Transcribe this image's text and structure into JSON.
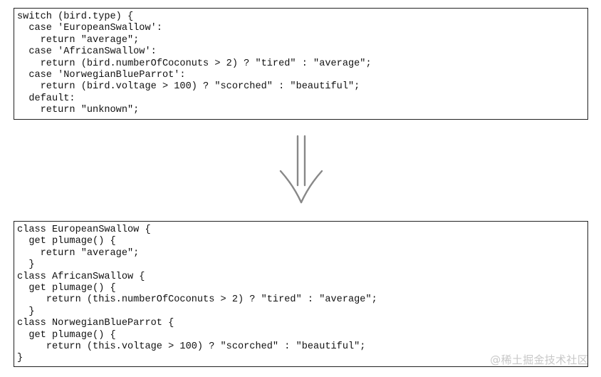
{
  "before_code": {
    "lines": [
      "switch (bird.type) {",
      "  case 'EuropeanSwallow':",
      "    return \"average\";",
      "  case 'AfricanSwallow':",
      "    return (bird.numberOfCoconuts > 2) ? \"tired\" : \"average\";",
      "  case 'NorwegianBlueParrot':",
      "    return (bird.voltage > 100) ? \"scorched\" : \"beautiful\";",
      "  default:",
      "    return \"unknown\";"
    ]
  },
  "after_code": {
    "lines": [
      "class EuropeanSwallow {",
      "  get plumage() {",
      "    return \"average\";",
      "  }",
      "class AfricanSwallow {",
      "  get plumage() {",
      "     return (this.numberOfCoconuts > 2) ? \"tired\" : \"average\";",
      "  }",
      "class NorwegianBlueParrot {",
      "  get plumage() {",
      "     return (this.voltage > 100) ? \"scorched\" : \"beautiful\";",
      "}"
    ]
  },
  "arrow": {
    "icon": "double-down-arrow-icon",
    "color": "#888888"
  },
  "watermark": {
    "text": "@稀土掘金技术社区"
  }
}
